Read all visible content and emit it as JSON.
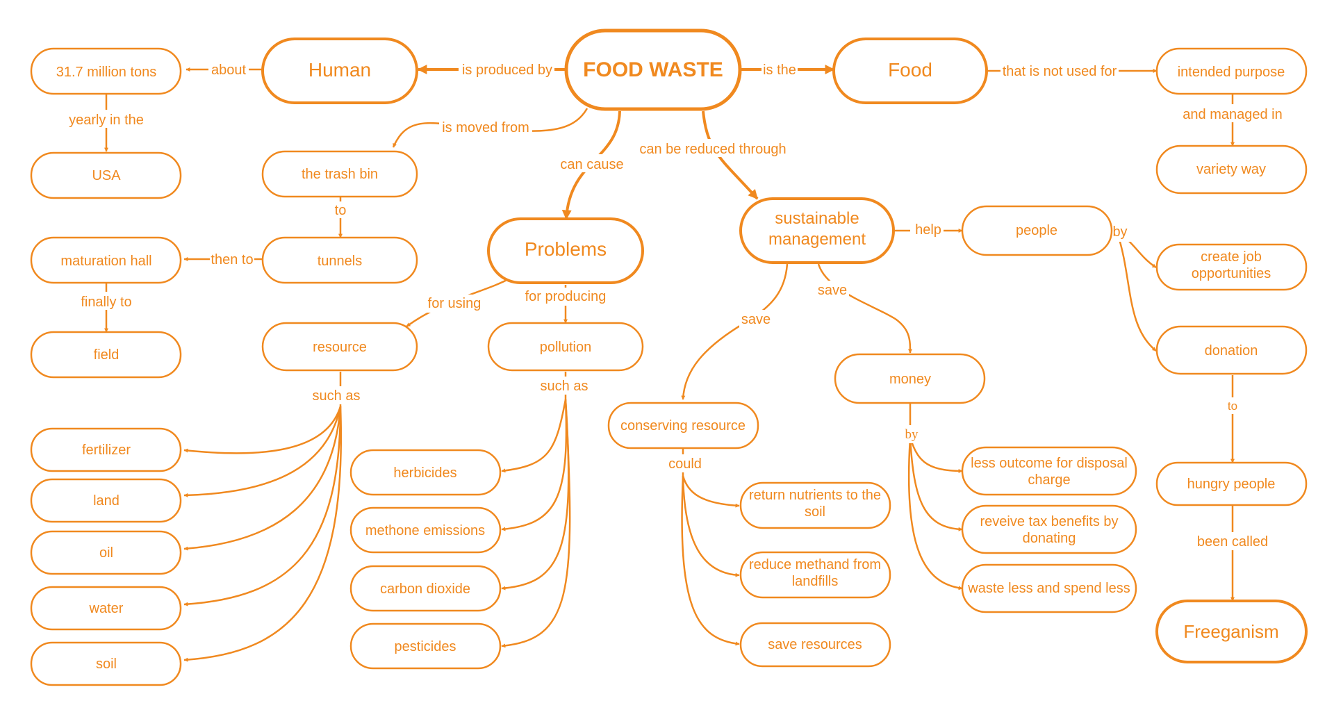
{
  "colors": {
    "accent": "#F0891F",
    "background": "#FFFFFF"
  },
  "nodes": {
    "food_waste": "FOOD WASTE",
    "human": "Human",
    "food": "Food",
    "tons": "31.7 million tons",
    "usa": "USA",
    "intended_purpose": "intended purpose",
    "variety_way": "variety way",
    "trash_bin": "the trash bin",
    "tunnels": "tunnels",
    "maturation_hall": "maturation hall",
    "field": "field",
    "problems": "Problems",
    "resource": "resource",
    "pollution": "pollution",
    "sustainable_1": "sustainable",
    "sustainable_2": "management",
    "people": "people",
    "create_job_1": "create job",
    "create_job_2": "opportunities",
    "donation": "donation",
    "hungry_people": "hungry people",
    "freeganism": "Freeganism",
    "money": "money",
    "conserving_resource": "conserving resource",
    "fertilizer": "fertilizer",
    "land": "land",
    "oil": "oil",
    "water": "water",
    "soil": "soil",
    "herbicides": "herbicides",
    "methone_emissions": "methone emissions",
    "carbon_dioxide": "carbon dioxide",
    "pesticides": "pesticides",
    "return_nutrients_1": "return nutrients to the",
    "return_nutrients_2": "soil",
    "reduce_methand_1": "reduce methand from",
    "reduce_methand_2": "landfills",
    "save_resources": "save resources",
    "less_outcome_1": "less outcome for disposal",
    "less_outcome_2": "charge",
    "reveive_tax_1": "reveive tax benefits by",
    "reveive_tax_2": "donating",
    "waste_less": "waste less and spend less"
  },
  "links": {
    "is_produced_by": "is produced by",
    "is_the": "is the",
    "about": "about",
    "yearly_in_the": "yearly in the",
    "that_is_not_used_for": "that is not used for",
    "and_managed_in": "and managed in",
    "is_moved_from": "is moved from",
    "to_tunnels": "to",
    "then_to": "then to",
    "finally_to": "finally to",
    "can_cause": "can cause",
    "can_be_reduced_through": "can be reduced through",
    "for_using": "for using",
    "for_producing": "for producing",
    "such_as_resource": "such as",
    "such_as_pollution": "such as",
    "help": "help",
    "by_people": "by",
    "to_hungry": "to",
    "been_called": "been called",
    "save_left": "save",
    "save_right": "save",
    "could": "could",
    "by_money": "by"
  }
}
